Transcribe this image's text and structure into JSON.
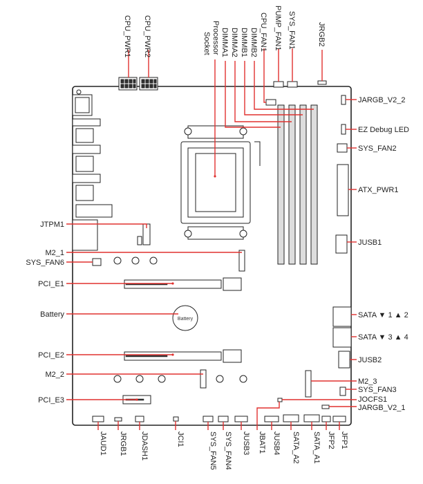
{
  "labels": {
    "cpu_pwr1": "CPU_PWR1",
    "cpu_pwr2": "CPU_PWR2",
    "processor_socket_1": "Processor",
    "processor_socket_2": "Socket",
    "dimma1": "DIMMA1",
    "dimma2": "DIMMA2",
    "dimmb1": "DIMMB1",
    "dimmb2": "DIMMB2",
    "cpu_fan1": "CPU_FAN1",
    "pump_fan1": "PUMP_FAN1",
    "sys_fan1": "SYS_FAN1",
    "jrgb2": "JRGB2",
    "jargb_v2_2": "JARGB_V2_2",
    "ez_debug_led": "EZ Debug LED",
    "sys_fan2": "SYS_FAN2",
    "atx_pwr1": "ATX_PWR1",
    "jusb1": "JUSB1",
    "sata_12": "SATA ▼ 1 ▲ 2",
    "sata_34": "SATA ▼ 3 ▲ 4",
    "jusb2": "JUSB2",
    "m2_3": "M2_3",
    "sys_fan3": "SYS_FAN3",
    "jocfs1": "JOCFS1",
    "jargb_v2_1": "JARGB_V2_1",
    "jtpm1": "JTPM1",
    "m2_1": "M2_1",
    "sys_fan6": "SYS_FAN6",
    "pci_e1": "PCI_E1",
    "battery": "Battery",
    "battery_text": "Battery",
    "pci_e2": "PCI_E2",
    "m2_2": "M2_2",
    "pci_e3": "PCI_E3",
    "jaud1": "JAUD1",
    "jrgb1": "JRGB1",
    "jdash1": "JDASH1",
    "jci1": "JCI1",
    "sys_fan5": "SYS_FAN5",
    "sys_fan4": "SYS_FAN4",
    "jusb3": "JUSB3",
    "jbat1": "JBAT1",
    "jusb4": "JUSB4",
    "sata_a2": "SATA_A2",
    "sata_a1": "SATA_A1",
    "jfp2": "JFP2",
    "jfp1": "JFP1"
  },
  "colors": {
    "leader": "#e0312f",
    "outline": "#222222"
  }
}
